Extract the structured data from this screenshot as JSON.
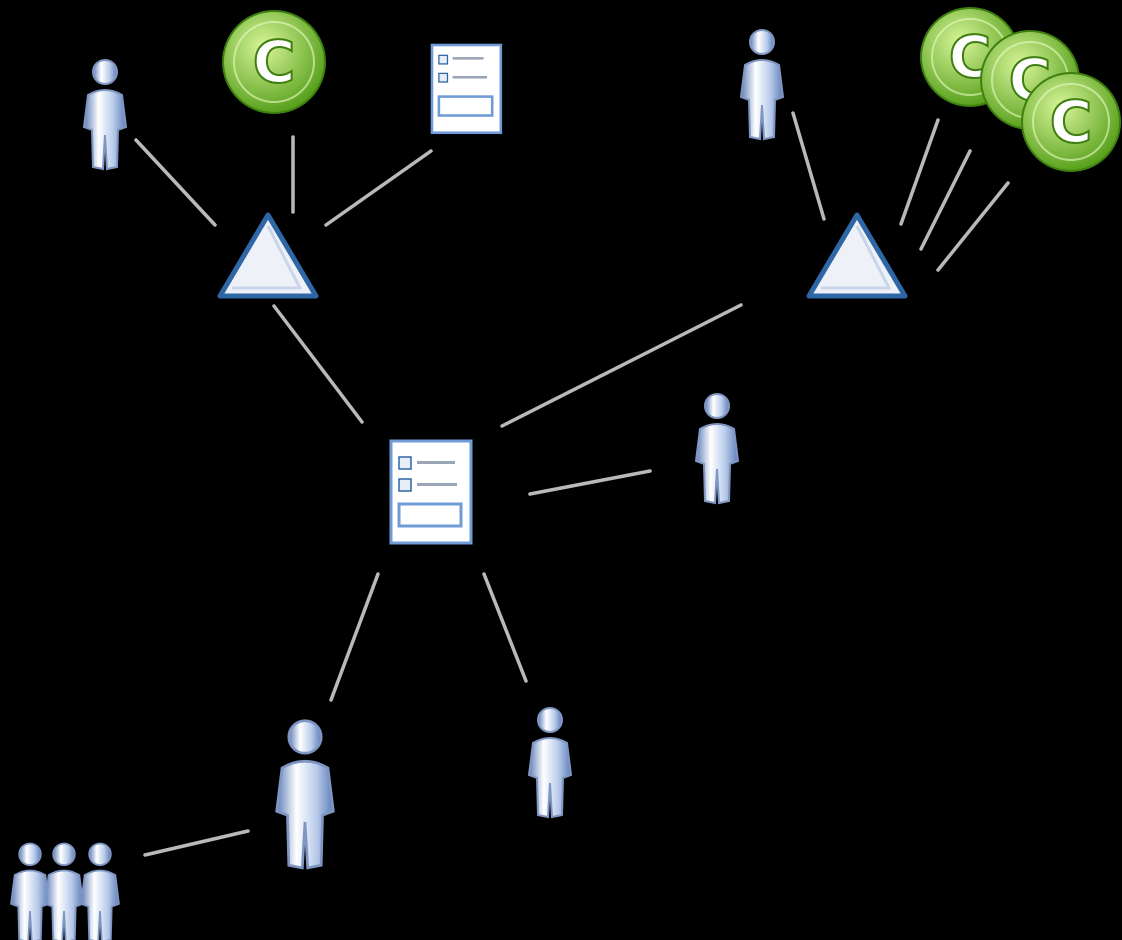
{
  "diagram": {
    "background": "#000000",
    "colors": {
      "edge": "#b9b9b9",
      "triangle_fill": "#eef2f8",
      "triangle_stroke": "#2f67a6",
      "person_light": "#ffffff",
      "person_mid": "#b8cbea",
      "person_dark": "#5f7fb8",
      "person_outline": "#7f95c2",
      "coin_light": "#d8f59a",
      "coin_dark": "#4f9b14",
      "coin_outline": "#3e7f10",
      "document_border": "#6f9bd6",
      "document_fill": "#ffffff"
    },
    "nodes": [
      {
        "id": "person-top-left",
        "icon": "person-icon"
      },
      {
        "id": "coin-top",
        "icon": "coin-icon"
      },
      {
        "id": "document-top",
        "icon": "document-icon"
      },
      {
        "id": "triangle-left",
        "icon": "triangle-icon"
      },
      {
        "id": "person-top-right",
        "icon": "person-icon"
      },
      {
        "id": "coins-top-right",
        "icon": "coin-stack-icon",
        "count": 3
      },
      {
        "id": "triangle-right",
        "icon": "triangle-icon"
      },
      {
        "id": "document-center",
        "icon": "document-icon"
      },
      {
        "id": "person-right",
        "icon": "person-icon"
      },
      {
        "id": "person-bottom-large",
        "icon": "person-icon"
      },
      {
        "id": "person-bottom-small",
        "icon": "person-icon"
      },
      {
        "id": "group-bottom-left",
        "icon": "group-icon",
        "count": 3
      }
    ],
    "edges": [
      {
        "from": "person-top-left",
        "to": "triangle-left"
      },
      {
        "from": "coin-top",
        "to": "triangle-left"
      },
      {
        "from": "document-top",
        "to": "triangle-left"
      },
      {
        "from": "person-top-right",
        "to": "triangle-right"
      },
      {
        "from": "coins-top-right",
        "to": "triangle-right"
      },
      {
        "from": "coins-top-right",
        "to": "triangle-right"
      },
      {
        "from": "coins-top-right",
        "to": "triangle-right"
      },
      {
        "from": "triangle-left",
        "to": "document-center"
      },
      {
        "from": "triangle-right",
        "to": "document-center"
      },
      {
        "from": "document-center",
        "to": "person-right"
      },
      {
        "from": "document-center",
        "to": "person-bottom-large"
      },
      {
        "from": "document-center",
        "to": "person-bottom-small"
      },
      {
        "from": "person-bottom-large",
        "to": "group-bottom-left"
      }
    ]
  }
}
